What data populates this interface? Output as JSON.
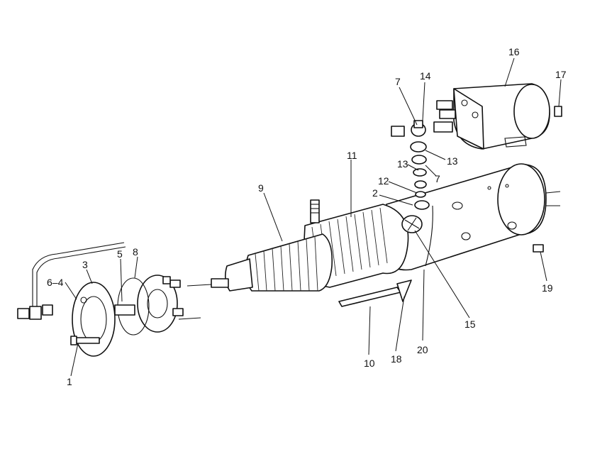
{
  "callouts": [
    "1",
    "2",
    "3",
    "4",
    "5",
    "6",
    "7",
    "8",
    "9",
    "10",
    "11",
    "12",
    "13",
    "14",
    "15",
    "16",
    "17",
    "18",
    "19",
    "20"
  ],
  "callout_positions": {
    "6-4": "6–4"
  }
}
